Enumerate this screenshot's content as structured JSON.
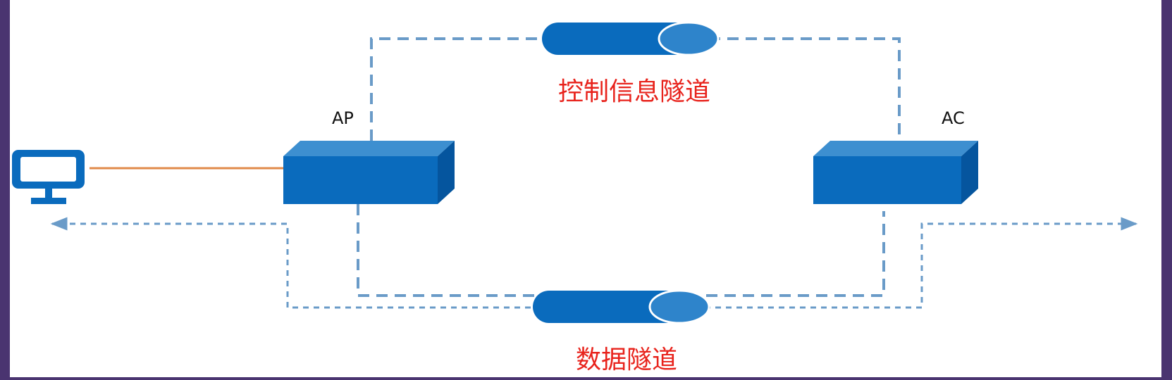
{
  "nodes": {
    "ap": {
      "label": "AP"
    },
    "ac": {
      "label": "AC"
    }
  },
  "tunnels": {
    "control": {
      "label": "控制信息隧道"
    },
    "data": {
      "label": "数据隧道"
    }
  },
  "colors": {
    "device_front": "#0a6bbd",
    "device_top": "#3d8fd0",
    "device_side": "#05559e",
    "tunnel_body": "#0a6bbd",
    "tunnel_end": "#2e84cb",
    "control_link": "#6a9bc8",
    "data_link": "#6a9bc8",
    "host_link": "#e08a4a",
    "tunnel_label": "#e8231c"
  },
  "icons": {
    "terminal": "monitor-icon",
    "ap": "switch-box-icon",
    "ac": "switch-box-icon",
    "tunnel": "tunnel-cylinder-icon"
  }
}
